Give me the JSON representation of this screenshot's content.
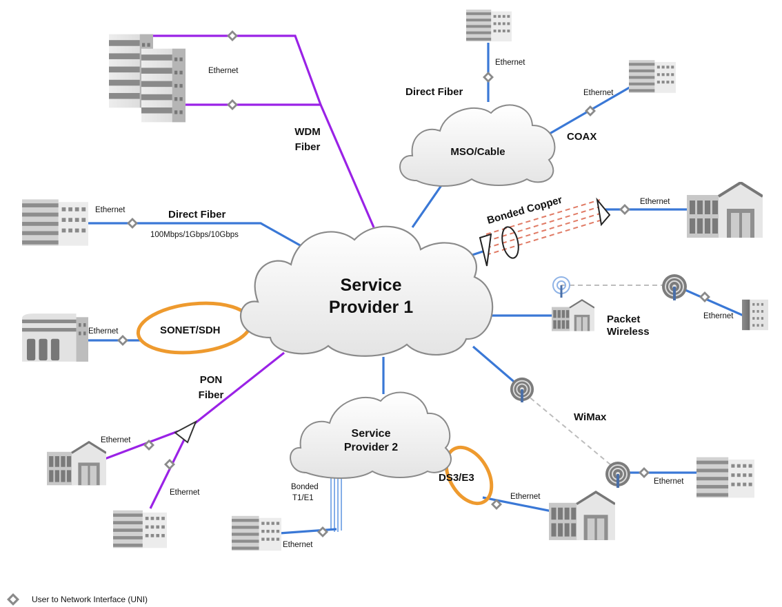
{
  "clouds": {
    "sp1": {
      "line1": "Service",
      "line2": "Provider 1"
    },
    "sp2": {
      "line1": "Service",
      "line2": "Provider 2"
    },
    "mso": "MSO/Cable"
  },
  "connections": {
    "wdm": {
      "line1": "WDM",
      "line2": "Fiber",
      "ethernet": "Ethernet"
    },
    "direct_fiber_top": {
      "label": "Direct Fiber",
      "ethernet": "Ethernet"
    },
    "coax": {
      "label": "COAX",
      "ethernet": "Ethernet"
    },
    "bonded_copper": {
      "label": "Bonded Copper",
      "ethernet": "Ethernet"
    },
    "direct_fiber_left": {
      "label": "Direct Fiber",
      "speeds": "100Mbps/1Gbps/10Gbps",
      "ethernet": "Ethernet"
    },
    "sonet": {
      "label": "SONET/SDH",
      "ethernet": "Ethernet"
    },
    "packet_wireless": {
      "line1": "Packet",
      "line2": "Wireless",
      "ethernet": "Ethernet"
    },
    "pon": {
      "line1": "PON",
      "line2": "Fiber",
      "ethernet_a": "Ethernet",
      "ethernet_b": "Ethernet"
    },
    "wimax": {
      "label": "WiMax",
      "ethernet": "Ethernet"
    },
    "bonded_t1": {
      "line1": "Bonded",
      "line2": "T1/E1",
      "ethernet": "Ethernet"
    },
    "ds3": {
      "label": "DS3/E3",
      "ethernet": "Ethernet"
    }
  },
  "legend": {
    "uni_label": "User to Network Interface (UNI)"
  },
  "colors": {
    "ethernet_line": "#3a78d6",
    "fiber_line": "#9a22e6",
    "ring": "#ee9a2e",
    "copper": "#e07a64",
    "cloud_fill": "#f3f3f3",
    "cloud_stroke": "#8a8a8a"
  }
}
